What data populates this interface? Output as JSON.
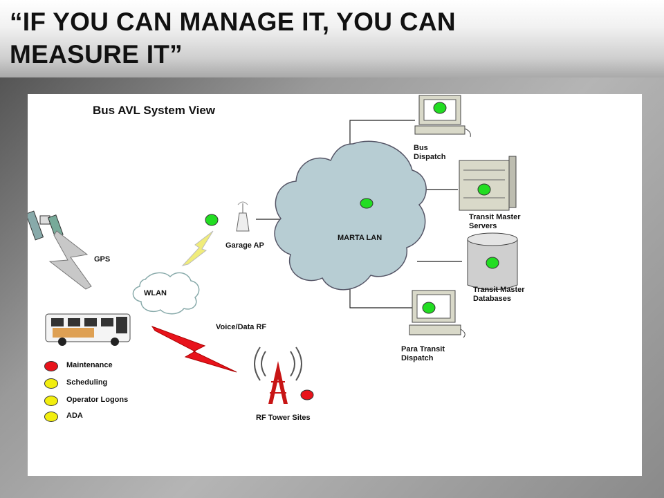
{
  "slide": {
    "title_line1": "“IF YOU CAN MANAGE IT, YOU CAN",
    "title_line2": "MEASURE IT”"
  },
  "diagram": {
    "title": "Bus AVL System View",
    "labels": {
      "gps": "GPS",
      "wlan": "WLAN",
      "garage_ap": "Garage AP",
      "voice_data_rf": "Voice/Data RF",
      "rf_tower": "RF Tower Sites",
      "marta_lan": "MARTA LAN",
      "bus_dispatch_1": "Bus",
      "bus_dispatch_2": "Dispatch",
      "tm_servers_1": "Transit Master",
      "tm_servers_2": "Servers",
      "tm_db_1": "Transit Master",
      "tm_db_2": "Databases",
      "para_1": "Para Transit",
      "para_2": "Dispatch"
    },
    "legend": [
      {
        "label": "Maintenance",
        "color": "#e8131b"
      },
      {
        "label": "Scheduling",
        "color": "#f2ee0f"
      },
      {
        "label": "Operator Logons",
        "color": "#f2ee0f"
      },
      {
        "label": "ADA",
        "color": "#f2ee0f"
      }
    ],
    "colors": {
      "status_ok": "#22dd22",
      "status_alert": "#e8131b",
      "cloud": "#b7cdd3",
      "bolt_gps": "#c8c8c8",
      "bolt_garage": "#f0ec7a",
      "bolt_rf": "#e8131b"
    }
  }
}
